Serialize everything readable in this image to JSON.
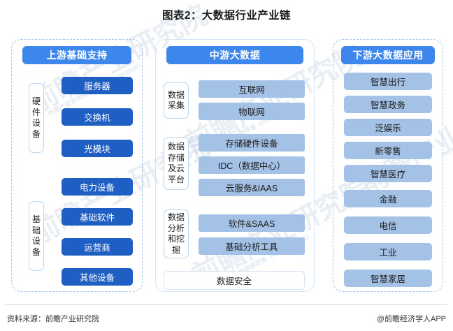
{
  "title": "图表2：大数据行业产业链",
  "footer": {
    "source": "资料来源：前瞻产业研究院",
    "app": "@前瞻经济学人APP"
  },
  "colors": {
    "header_blue": "#3d86ec",
    "deep_blue": "#1f5fc4",
    "light_blue": "#a4c2e6",
    "dashed_border": "#a9c6e8",
    "solid_border": "#d6e5f5"
  },
  "watermarks": [
    "前瞻产业研究院",
    "中国产业咨询领导者（400-639-9936）"
  ],
  "columns": {
    "upstream": {
      "header": "上游基础支持",
      "groups": [
        {
          "label": "硬件设备",
          "label_lines": [
            "硬",
            "件",
            "设",
            "备"
          ],
          "items": [
            "服务器",
            "交换机",
            "光模块"
          ]
        },
        {
          "label": "基础设备",
          "label_lines": [
            "基",
            "础",
            "设",
            "备"
          ],
          "items": [
            "电力设备",
            "基础软件",
            "运营商"
          ]
        }
      ],
      "ungrouped_items": [
        "其他设备"
      ]
    },
    "midstream": {
      "header": "中游大数据",
      "groups": [
        {
          "label": "数据采集",
          "label_lines": [
            "数据",
            "采集"
          ],
          "items": [
            "互联网",
            "物联网"
          ]
        },
        {
          "label": "数据存储及云平台",
          "label_lines": [
            "数据",
            "存储",
            "及云",
            "平台"
          ],
          "items": [
            "存储硬件设备",
            "IDC（数据中心）",
            "云服务&IAAS"
          ]
        },
        {
          "label": "数据分析和挖掘",
          "label_lines": [
            "数据",
            "分析",
            "和挖",
            "掘"
          ],
          "items": [
            "软件&SAAS",
            "基础分析工具"
          ]
        }
      ],
      "footer_item": "数据安全"
    },
    "downstream": {
      "header": "下游大数据应用",
      "items": [
        "智慧出行",
        "智慧政务",
        "泛娱乐",
        "新零售",
        "智慧医疗",
        "金融",
        "电信",
        "工业",
        "智慧家居"
      ]
    }
  }
}
